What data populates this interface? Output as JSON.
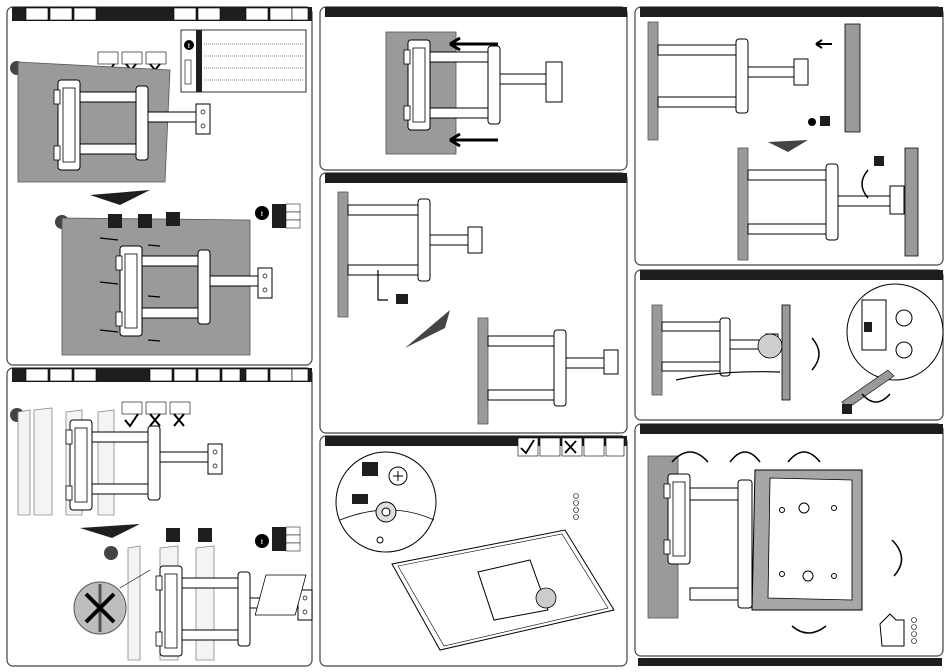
{
  "colors": {
    "wall_fill": "#9a9a9a",
    "wall_dark": "#7f7f7f",
    "header_bar": "#1e1e1e",
    "line": "#000000",
    "panel_border": "#444444",
    "tv_frame": "#8a8a8a"
  },
  "icons": {
    "check": "check-icon",
    "cross": "cross-icon",
    "warning": "warning-icon",
    "thumbs_up": "thumbs-up-icon",
    "rotate_arrow": "rotate-arrow-icon",
    "hex_key": "hex-key-icon"
  },
  "panels": [
    {
      "id": "wall-concrete"
    },
    {
      "id": "wall-stud"
    },
    {
      "id": "attach-arm"
    },
    {
      "id": "hang-arm"
    },
    {
      "id": "tv-plate"
    },
    {
      "id": "mount-tv"
    },
    {
      "id": "tighten"
    },
    {
      "id": "adjust"
    }
  ]
}
